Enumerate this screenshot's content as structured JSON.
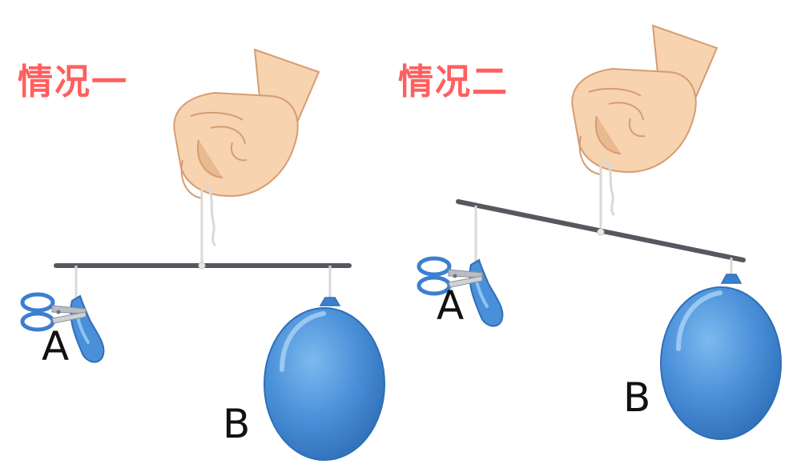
{
  "scenarios": [
    {
      "title": "情况一",
      "label_a": "A",
      "label_b": "B",
      "tilted": false
    },
    {
      "title": "情况二",
      "label_a": "A",
      "label_b": "B",
      "tilted": true
    }
  ],
  "colors": {
    "title": "#ff5f5f",
    "rod": "#55595f",
    "string": "#d9d9d9",
    "balloon": "#4a90d9",
    "balloon_light": "#6fb0ea",
    "balloon_dark": "#2f6fb8",
    "skin": "#f7d3b0",
    "skin_shadow": "#e9b98f",
    "skin_outline": "#d69c71",
    "scissors_handle": "#3b7fd0",
    "scissors_blade": "#b9bec6"
  },
  "icons": {
    "hand": "hand-icon",
    "scissors": "scissors-icon",
    "deflated_balloon": "deflated-balloon-icon",
    "inflated_balloon": "inflated-balloon-icon"
  }
}
